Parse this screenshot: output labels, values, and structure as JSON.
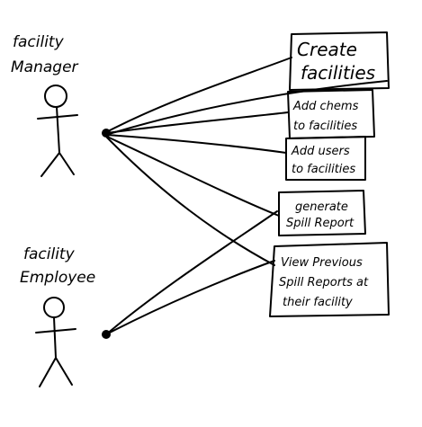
{
  "actors": [
    {
      "id": "manager",
      "label_lines": [
        "facility",
        "Manager"
      ]
    },
    {
      "id": "employee",
      "label_lines": [
        "facility",
        "Employee"
      ]
    }
  ],
  "use_cases": [
    {
      "id": "create",
      "label_lines": [
        "Create",
        "facilities"
      ]
    },
    {
      "id": "chems",
      "label_lines": [
        "Add chems",
        "to facilities"
      ]
    },
    {
      "id": "users",
      "label_lines": [
        "Add users",
        "to facilities"
      ]
    },
    {
      "id": "generate",
      "label_lines": [
        "generate",
        "Spill Report"
      ]
    },
    {
      "id": "view",
      "label_lines": [
        "View Previous",
        "Spill Reports at",
        "their facility"
      ]
    }
  ],
  "associations": [
    {
      "actor": "manager",
      "use_case": "create"
    },
    {
      "actor": "manager",
      "use_case": "chems"
    },
    {
      "actor": "manager",
      "use_case": "users"
    },
    {
      "actor": "manager",
      "use_case": "generate"
    },
    {
      "actor": "manager",
      "use_case": "view"
    },
    {
      "actor": "employee",
      "use_case": "generate"
    },
    {
      "actor": "employee",
      "use_case": "view"
    }
  ]
}
